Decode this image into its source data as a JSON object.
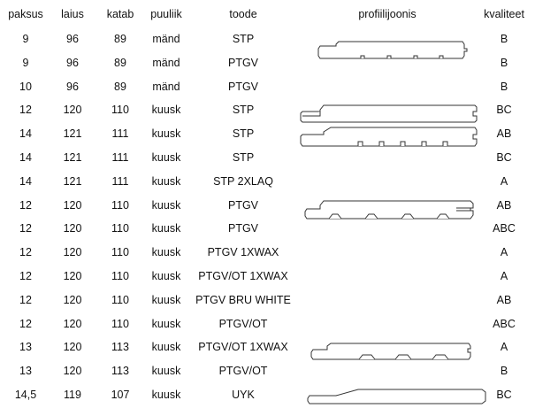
{
  "table": {
    "headers": {
      "paksus": "paksus",
      "laius": "laius",
      "katab": "katab",
      "puuliik": "puuliik",
      "toode": "toode",
      "profiilijoonis": "profiilijoonis",
      "kvaliteet": "kvaliteet"
    },
    "rows": [
      {
        "paksus": "9",
        "laius": "96",
        "katab": "89",
        "puuliik": "mänd",
        "toode": "STP",
        "kvaliteet": "B"
      },
      {
        "paksus": "9",
        "laius": "96",
        "katab": "89",
        "puuliik": "mänd",
        "toode": "PTGV",
        "kvaliteet": "B"
      },
      {
        "paksus": "10",
        "laius": "96",
        "katab": "89",
        "puuliik": "mänd",
        "toode": "PTGV",
        "kvaliteet": "B"
      },
      {
        "paksus": "12",
        "laius": "120",
        "katab": "110",
        "puuliik": "kuusk",
        "toode": "STP",
        "kvaliteet": "BC"
      },
      {
        "paksus": "14",
        "laius": "121",
        "katab": "111",
        "puuliik": "kuusk",
        "toode": "STP",
        "kvaliteet": "AB"
      },
      {
        "paksus": "14",
        "laius": "121",
        "katab": "111",
        "puuliik": "kuusk",
        "toode": "STP",
        "kvaliteet": "BC"
      },
      {
        "paksus": "14",
        "laius": "121",
        "katab": "111",
        "puuliik": "kuusk",
        "toode": "STP 2XLAQ",
        "kvaliteet": "A"
      },
      {
        "paksus": "12",
        "laius": "120",
        "katab": "110",
        "puuliik": "kuusk",
        "toode": "PTGV",
        "kvaliteet": "AB"
      },
      {
        "paksus": "12",
        "laius": "120",
        "katab": "110",
        "puuliik": "kuusk",
        "toode": "PTGV",
        "kvaliteet": "ABC"
      },
      {
        "paksus": "12",
        "laius": "120",
        "katab": "110",
        "puuliik": "kuusk",
        "toode": "PTGV 1XWAX",
        "kvaliteet": "A"
      },
      {
        "paksus": "12",
        "laius": "120",
        "katab": "110",
        "puuliik": "kuusk",
        "toode": "PTGV/OT 1XWAX",
        "kvaliteet": "A"
      },
      {
        "paksus": "12",
        "laius": "120",
        "katab": "110",
        "puuliik": "kuusk",
        "toode": "PTGV BRU WHITE",
        "kvaliteet": "AB"
      },
      {
        "paksus": "12",
        "laius": "120",
        "katab": "110",
        "puuliik": "kuusk",
        "toode": "PTGV/OT",
        "kvaliteet": "ABC"
      },
      {
        "paksus": "13",
        "laius": "120",
        "katab": "113",
        "puuliik": "kuusk",
        "toode": "PTGV/OT 1XWAX",
        "kvaliteet": "A"
      },
      {
        "paksus": "13",
        "laius": "120",
        "katab": "113",
        "puuliik": "kuusk",
        "toode": "PTGV/OT",
        "kvaliteet": "B"
      },
      {
        "paksus": "14,5",
        "laius": "119",
        "katab": "107",
        "puuliik": "kuusk",
        "toode": "UYK",
        "kvaliteet": "BC"
      }
    ]
  },
  "profile_drawings": [
    {
      "shape": "stp-narrow-tongue-groove"
    },
    {
      "shape": "stp-tongue-groove"
    },
    {
      "shape": "stp-tongue-groove-bottom-grooves"
    },
    {
      "shape": "ptgv-tongue-groove-v-joint"
    },
    {
      "shape": "ptgv-ot-tongue-groove"
    },
    {
      "shape": "uyk-bevel-board"
    }
  ],
  "colors": {
    "text": "#111111",
    "line": "#333333",
    "background": "#ffffff"
  }
}
